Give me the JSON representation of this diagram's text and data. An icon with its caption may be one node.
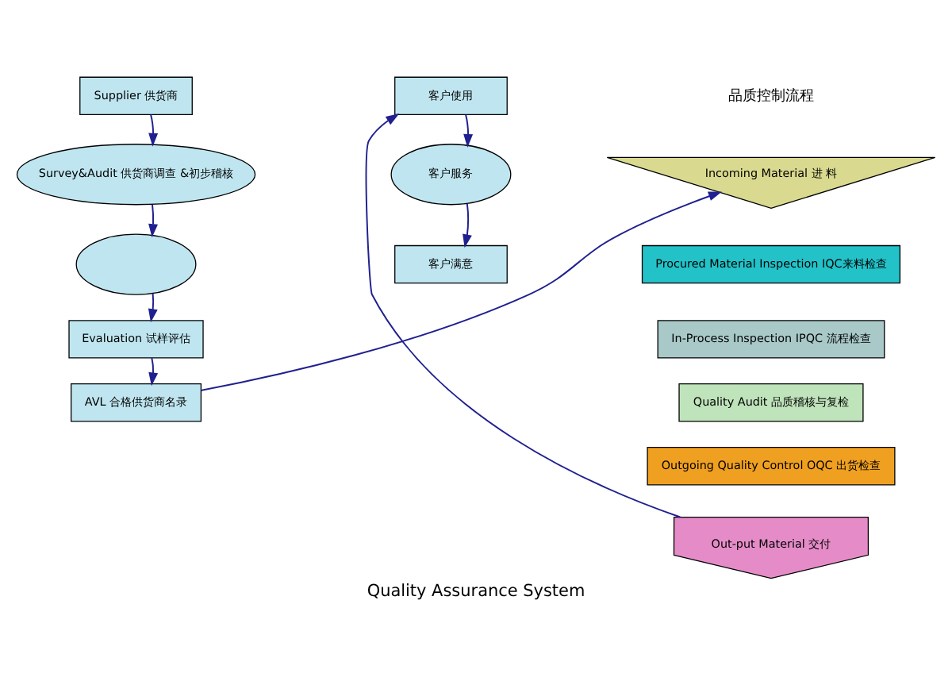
{
  "diagram": {
    "caption": "Quality Assurance System",
    "nodes": [
      {
        "text": [
          "Supplier 供货商"
        ]
      },
      {
        "text": [
          "Survey&Audit 供货商调查 &初步稽核"
        ]
      },
      {
        "text": [],
        "shape": "ellipse"
      },
      {
        "text": [
          "Evaluation 试样评估"
        ]
      },
      {
        "text": [
          "AVL 合格供货商名录"
        ]
      },
      {
        "text": [
          "Incoming Material 进 料"
        ]
      },
      {
        "text": [
          "Procured Material Inspection IQC来料检查"
        ]
      },
      {
        "text": [
          "In-Process Inspection IPQC 流程检查"
        ]
      },
      {
        "text": [
          "Quality Audit 品质稽核与复检"
        ]
      },
      {
        "text": [
          "Outgoing Quality Control OQC 出货检查"
        ]
      },
      {
        "text": [
          "Out-put Material 交付"
        ]
      },
      {
        "text": [
          "客户使用"
        ]
      },
      {
        "text": [
          "客户服务"
        ]
      },
      {
        "text": [
          "客户满意"
        ]
      }
    ],
    "edges": [
      {
        "from": 0,
        "to": 1,
        "arrow": "to"
      },
      {
        "from": 1,
        "to": 2,
        "arrow": "to"
      },
      {
        "from": 2,
        "to": 3,
        "arrow": "to"
      },
      {
        "from": 3,
        "to": 4,
        "arrow": "to"
      },
      {
        "from": 4,
        "to": 5,
        "arrow": "to"
      },
      {
        "from": 10,
        "to": 11,
        "arrow": "to"
      },
      {
        "from": 11,
        "to": 12,
        "arrow": "to"
      },
      {
        "from": 12,
        "to": 13,
        "arrow": "to"
      }
    ],
    "labels": [
      "品质控制流程"
    ]
  }
}
